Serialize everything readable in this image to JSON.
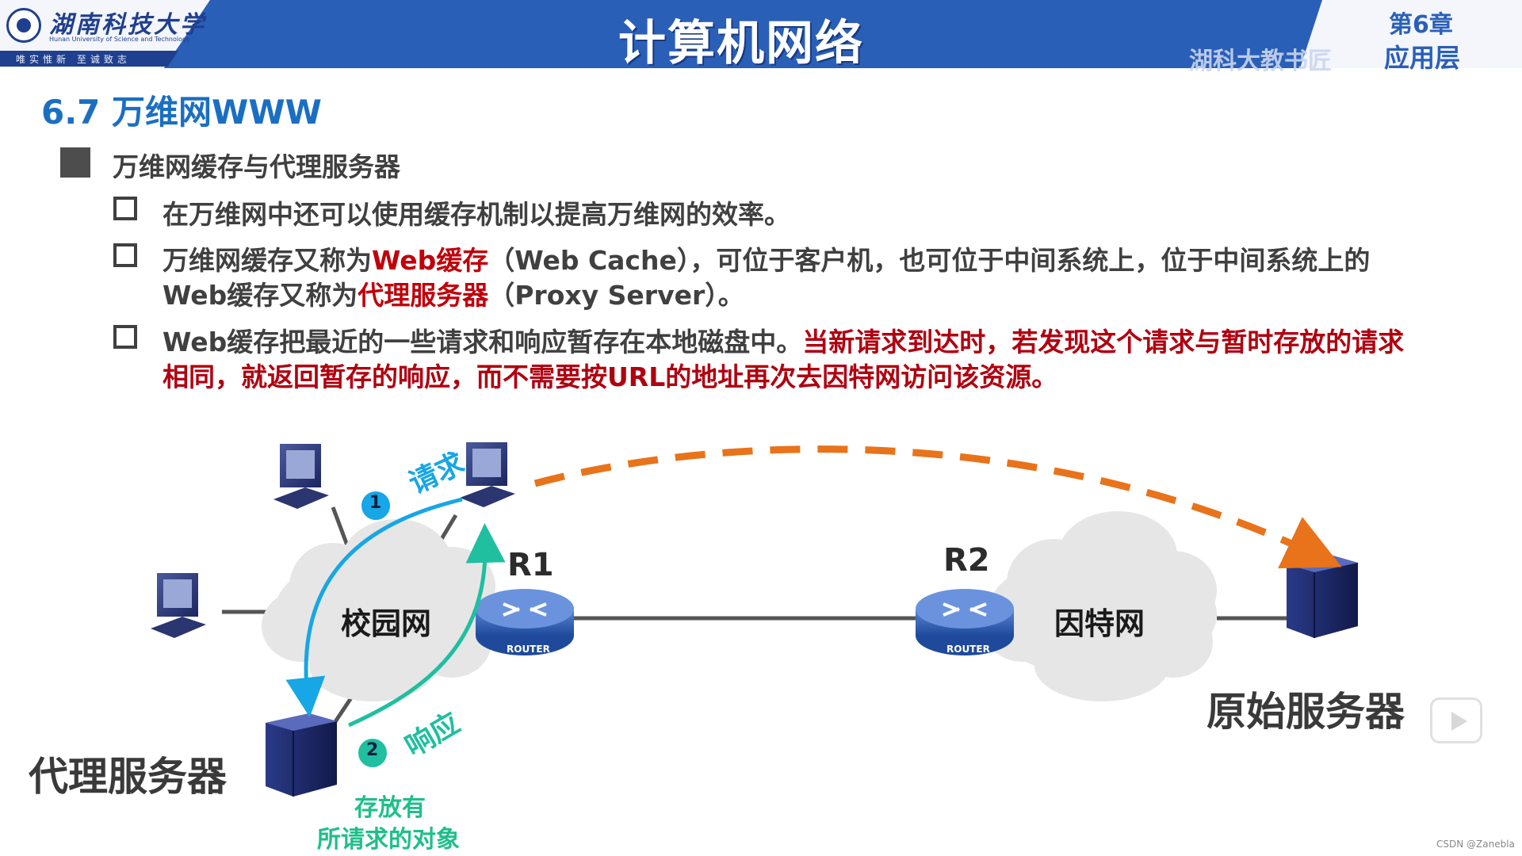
{
  "header": {
    "university_cn": "湖南科技大学",
    "university_en": "Hunan University of Science and Technology",
    "motto": "唯实惟新  至诚致志",
    "course_title": "计算机网络",
    "watermark": "湖科大教书匠",
    "chapter_number": "第6章",
    "chapter_name": "应用层",
    "bar_color": "#2a5fb8"
  },
  "slide": {
    "section_title": "6.7 万维网WWW",
    "topic": "万维网缓存与代理服务器",
    "bullets": [
      {
        "segments": [
          {
            "text": "在万维网中还可以使用缓存机制以提高万维网的效率。",
            "style": "normal"
          }
        ]
      },
      {
        "line1": [
          {
            "text": "万维网缓存又称为",
            "style": "normal"
          },
          {
            "text": "Web缓存",
            "style": "red"
          },
          {
            "text": "（Web Cache），可位于客户机，也可位于中间系统上，位于中间系统上的",
            "style": "normal"
          }
        ],
        "line2": [
          {
            "text": "Web缓存又称为",
            "style": "normal"
          },
          {
            "text": "代理服务器",
            "style": "red"
          },
          {
            "text": "（Proxy Server）。",
            "style": "normal"
          }
        ]
      },
      {
        "line1": [
          {
            "text": "Web缓存把最近的一些请求和响应暂存在本地磁盘中。",
            "style": "normal"
          },
          {
            "text": "当新请求到达时，若发现这个请求与暂时存放的请求",
            "style": "red"
          }
        ],
        "line2": [
          {
            "text": "相同，就返回暂存的响应，而不需要按URL的地址再次去因特网访问该资源。",
            "style": "red"
          }
        ]
      }
    ]
  },
  "diagram": {
    "campus_net_label": "校园网",
    "internet_label": "因特网",
    "router1_label": "R1",
    "router2_label": "R2",
    "router_badge": "ROUTER",
    "request_label": "请求",
    "response_label": "响应",
    "step1": "1",
    "step2": "2",
    "proxy_label": "代理服务器",
    "origin_label": "原始服务器",
    "stored_line1": "存放有",
    "stored_line2": "所请求的对象",
    "colors": {
      "request_arrow": "#17a6e6",
      "response_arrow": "#1fbfa0",
      "origin_arrow": "#e8731a",
      "link": "#555555",
      "cloud": "#e6e6e6"
    }
  },
  "footer": {
    "credit": "CSDN @Zanebla"
  }
}
